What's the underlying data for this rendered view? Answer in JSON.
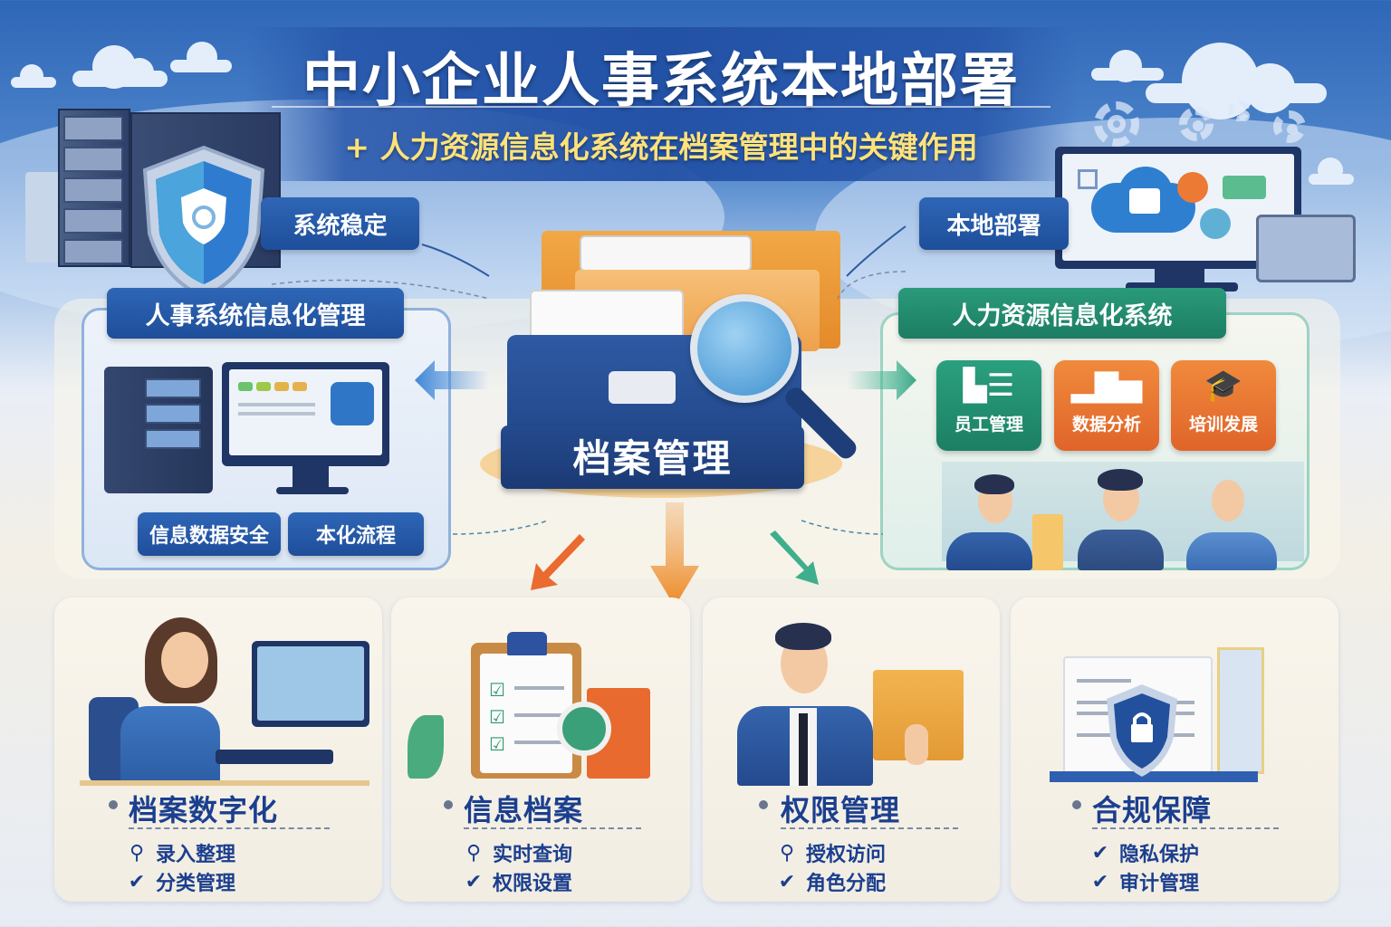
{
  "header": {
    "title": "中小企业人事系统本地部署",
    "subtitle_prefix": "+",
    "subtitle": "人力资源信息化系统在档案管理中的关键作用"
  },
  "left": {
    "top_label": "系统稳定",
    "panel_title": "人事系统信息化管理",
    "buttons": [
      "信息数据安全",
      "本化流程"
    ]
  },
  "right": {
    "top_label": "本地部署",
    "panel_title": "人力资源信息化系统",
    "features": [
      {
        "icon": "report-icon",
        "label": "员工管理"
      },
      {
        "icon": "bar-chart-icon",
        "label": "数据分析"
      },
      {
        "icon": "training-icon",
        "label": "培训发展"
      }
    ]
  },
  "center": {
    "label": "档案管理"
  },
  "cards": [
    {
      "title": "档案数字化",
      "items": [
        {
          "icon": "person-icon",
          "text": "录入整理"
        },
        {
          "icon": "check-icon",
          "text": "分类管理"
        }
      ]
    },
    {
      "title": "信息档案",
      "items": [
        {
          "icon": "person-icon",
          "text": "实时查询"
        },
        {
          "icon": "check-icon",
          "text": "权限设置"
        }
      ]
    },
    {
      "title": "权限管理",
      "items": [
        {
          "icon": "person-icon",
          "text": "授权访问"
        },
        {
          "icon": "check-icon",
          "text": "角色分配"
        }
      ]
    },
    {
      "title": "合规保障",
      "items": [
        {
          "icon": "check-icon",
          "text": "隐私保护"
        },
        {
          "icon": "check-icon",
          "text": "审计管理"
        }
      ]
    }
  ],
  "colors": {
    "primary_blue": "#1e4e9a",
    "green": "#1c7f64",
    "orange": "#e0642a",
    "title_yellow": "#ffe27a",
    "card_text": "#1b3f8f"
  }
}
